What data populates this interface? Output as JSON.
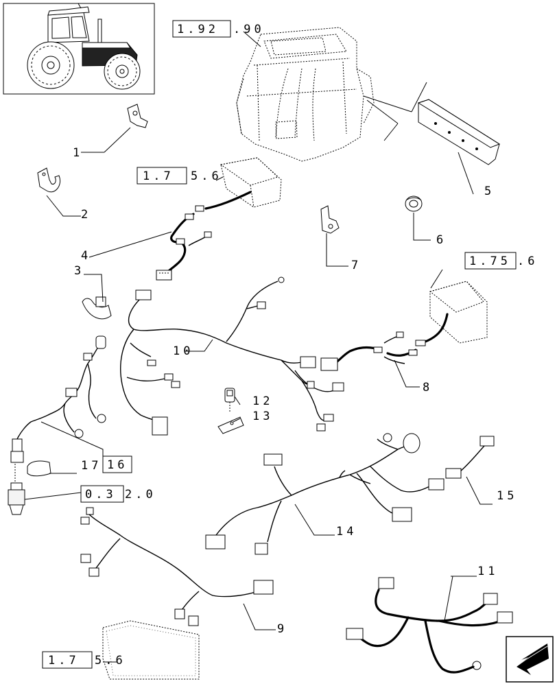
{
  "callouts": {
    "c1": "1",
    "c2": "2",
    "c3": "3",
    "c4": "4",
    "c5": "5",
    "c6": "6",
    "c7": "7",
    "c8": "8",
    "c9": "9",
    "c10": "10",
    "c11": "11",
    "c12": "12",
    "c13": "13",
    "c14": "14",
    "c15": "15",
    "c17": "17"
  },
  "references": {
    "cab": {
      "boxed": "1.92",
      "rest": ".90"
    },
    "lamp_top": {
      "boxed": "1.7",
      "rest": "5.6"
    },
    "lamp_right": {
      "boxed": "1.75",
      "rest": ".6"
    },
    "lamp_bottom": {
      "boxed": "1.7",
      "rest": "5.6"
    },
    "sensor": {
      "boxed": "0.3",
      "rest": "2.0"
    },
    "ref16": {
      "boxed": "16",
      "rest": ""
    }
  },
  "icons": {
    "thumbnail": "tractor-thumbnail",
    "nav": "next-page-arrow-icon"
  }
}
